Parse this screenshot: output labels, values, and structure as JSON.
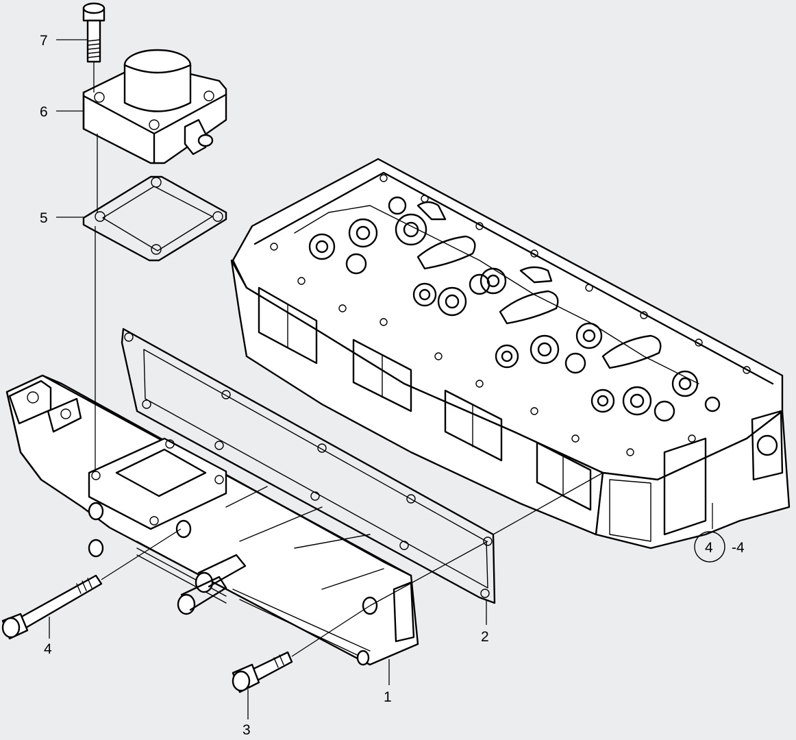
{
  "callouts": {
    "part_1": "1",
    "part_2": "2",
    "part_3": "3",
    "part_4": "4",
    "part_5": "5",
    "part_6": "6",
    "part_7": "7",
    "ref_circle": "4",
    "ref_suffix": "-4"
  },
  "colors": {
    "background": "#ecedee",
    "line": "#000000",
    "fill": "#ffffff"
  }
}
